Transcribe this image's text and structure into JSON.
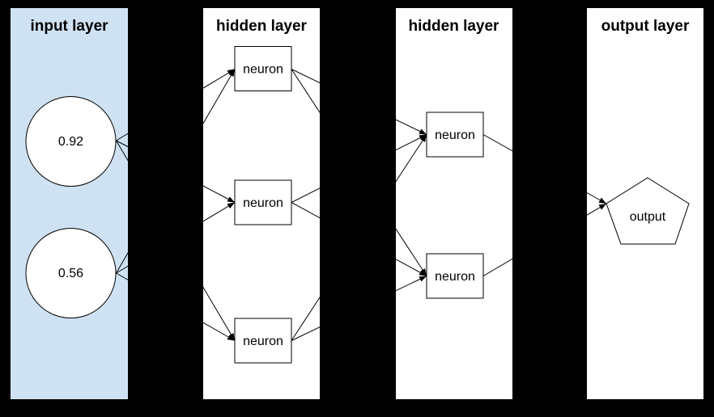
{
  "diagram": {
    "type": "feedforward-neural-network",
    "colors": {
      "background": "#000000",
      "input_panel": "#cfe2f3",
      "panel": "#ffffff",
      "stroke": "#000000",
      "text": "#000000"
    },
    "layers": [
      {
        "id": "input",
        "title": "input layer",
        "nodes": [
          {
            "id": "input-1",
            "shape": "circle",
            "label": "0.92"
          },
          {
            "id": "input-2",
            "shape": "circle",
            "label": "0.56"
          }
        ]
      },
      {
        "id": "hidden1",
        "title": "hidden layer",
        "nodes": [
          {
            "id": "h1-1",
            "shape": "rect",
            "label": "neuron"
          },
          {
            "id": "h1-2",
            "shape": "rect",
            "label": "neuron"
          },
          {
            "id": "h1-3",
            "shape": "rect",
            "label": "neuron"
          }
        ]
      },
      {
        "id": "hidden2",
        "title": "hidden layer",
        "nodes": [
          {
            "id": "h2-1",
            "shape": "rect",
            "label": "neuron"
          },
          {
            "id": "h2-2",
            "shape": "rect",
            "label": "neuron"
          }
        ]
      },
      {
        "id": "output",
        "title": "output layer",
        "nodes": [
          {
            "id": "out-1",
            "shape": "pentagon",
            "label": "output"
          }
        ]
      }
    ],
    "edges": [
      {
        "from": "input-1",
        "to": "h1-1"
      },
      {
        "from": "input-1",
        "to": "h1-2"
      },
      {
        "from": "input-1",
        "to": "h1-3"
      },
      {
        "from": "input-2",
        "to": "h1-1"
      },
      {
        "from": "input-2",
        "to": "h1-2"
      },
      {
        "from": "input-2",
        "to": "h1-3"
      },
      {
        "from": "h1-1",
        "to": "h2-1"
      },
      {
        "from": "h1-1",
        "to": "h2-2"
      },
      {
        "from": "h1-2",
        "to": "h2-1"
      },
      {
        "from": "h1-2",
        "to": "h2-2"
      },
      {
        "from": "h1-3",
        "to": "h2-1"
      },
      {
        "from": "h1-3",
        "to": "h2-2"
      },
      {
        "from": "h2-1",
        "to": "out-1"
      },
      {
        "from": "h2-2",
        "to": "out-1"
      }
    ]
  }
}
